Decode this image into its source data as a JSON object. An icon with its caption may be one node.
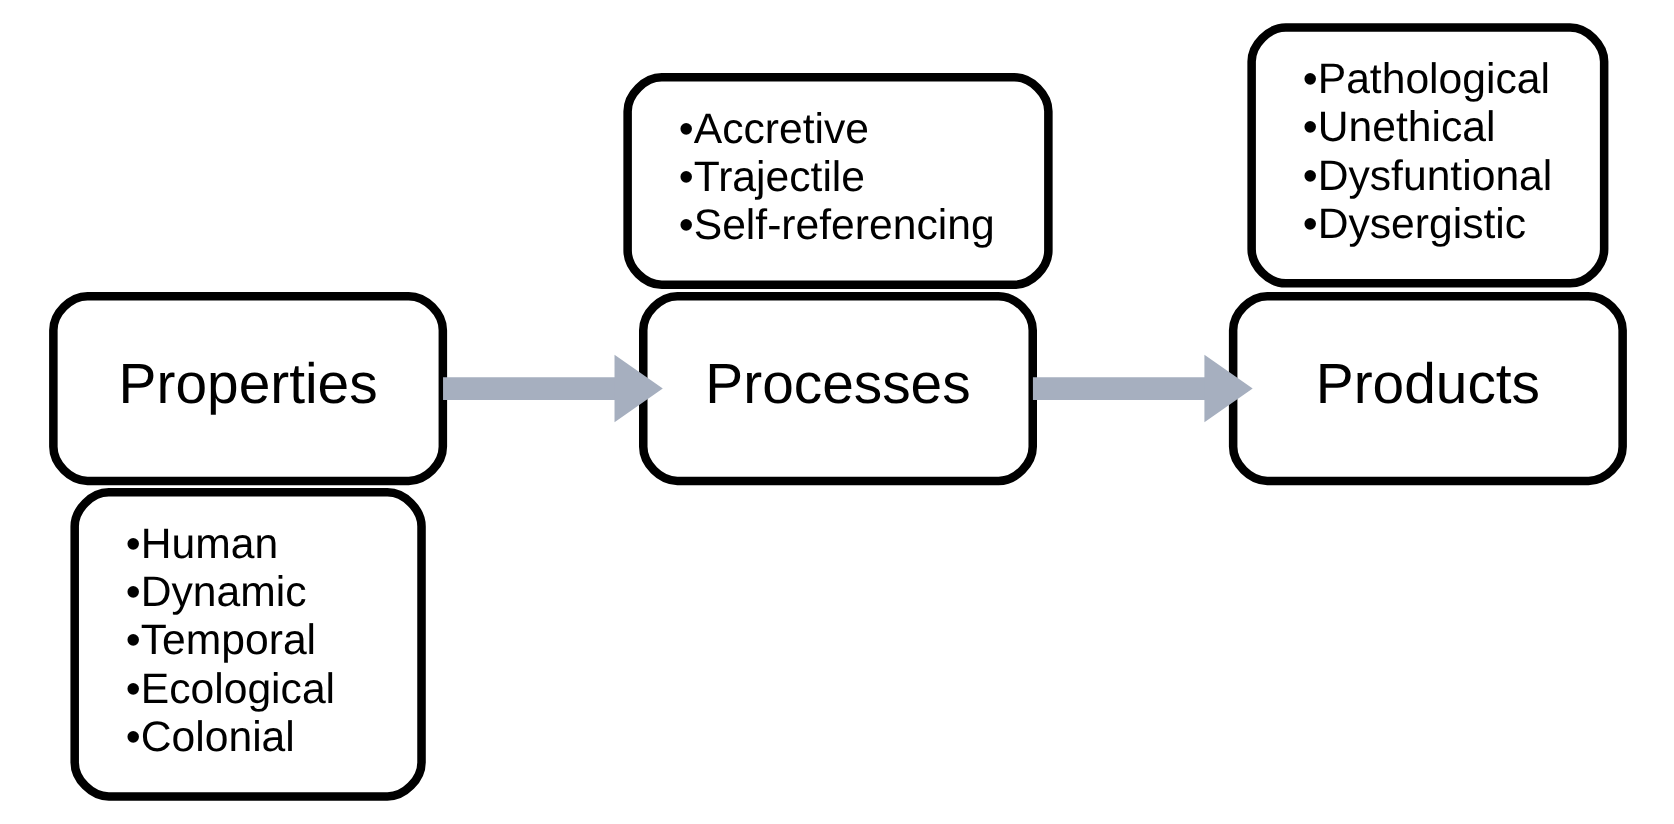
{
  "diagram": {
    "nodes": [
      {
        "text": [
          "Properties"
        ]
      },
      {
        "text": [
          "•Human",
          "•Dynamic",
          "•Temporal",
          "•Ecological",
          "•Colonial"
        ]
      },
      {
        "text": [
          "Processes"
        ]
      },
      {
        "text": [
          "•Accretive",
          "•Trajectile",
          "•Self-referencing"
        ]
      },
      {
        "text": [
          "Products"
        ]
      },
      {
        "text": [
          "•Pathological",
          "•Unethical",
          "•Dysfuntional",
          "•Dysergistic"
        ]
      }
    ],
    "edges": [
      {
        "from": 0,
        "to": 2,
        "arrow": "to"
      },
      {
        "from": 2,
        "to": 4,
        "arrow": "to"
      }
    ]
  }
}
